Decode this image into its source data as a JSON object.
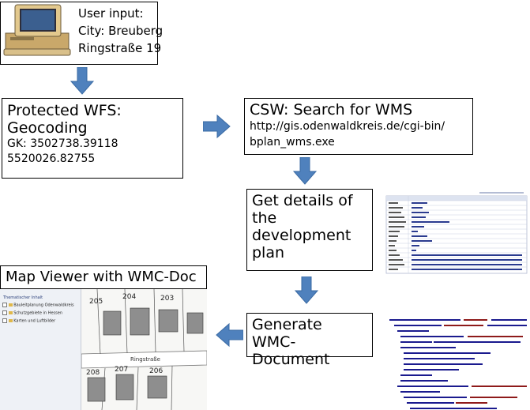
{
  "user_input": {
    "title": "User input:",
    "city": "City: Breuberg",
    "street": "Ringstraße 19"
  },
  "wfs": {
    "line1": "Protected WFS:",
    "line2": "Geocoding",
    "gk1": "GK: 3502738.39118",
    "gk2": "5520026.82755"
  },
  "csw": {
    "title": "CSW: Search for WMS",
    "url1": "http://gis.odenwaldkreis.de/cgi-bin/",
    "url2": "bplan_wms.exe"
  },
  "details": {
    "l1": "Get details of",
    "l2": "the",
    "l3": "development",
    "l4": "plan"
  },
  "wmc": {
    "l1": "Generate WMC-",
    "l2": "Document"
  },
  "viewer": {
    "title": "Map Viewer with WMC-Doc",
    "panel_header": "Thematischer Inhalt",
    "layers": [
      "Bauleitplanung Odenwaldkreis",
      "Schutzgebiete in Hessen",
      "Karten und Luftbilder"
    ],
    "parcel_numbers": [
      "205",
      "204",
      "203",
      "208",
      "207",
      "206"
    ],
    "street_label": "Ringstraße"
  },
  "colors": {
    "arrow": "#4f81bd",
    "arrow_stroke": "#3a6aa3"
  }
}
